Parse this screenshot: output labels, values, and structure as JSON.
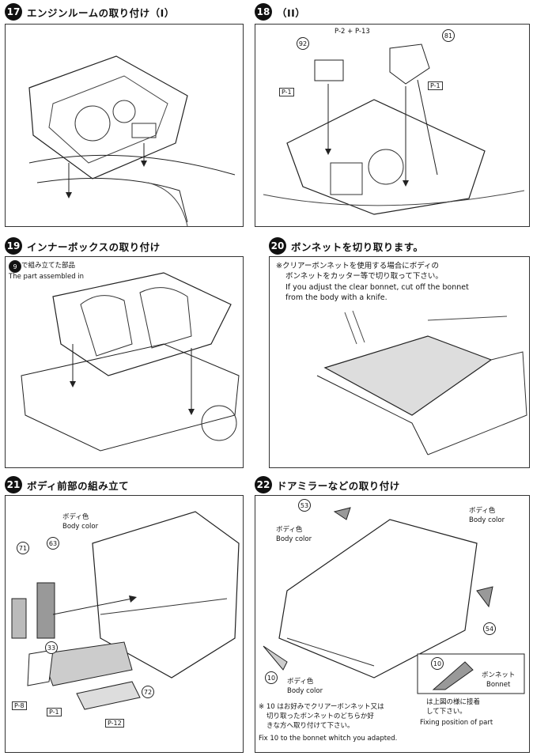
{
  "steps": [
    {
      "number": "17",
      "title": "エンジンルームの取り付け（I）"
    },
    {
      "number": "18",
      "title": "（II）"
    },
    {
      "number": "19",
      "title": "インナーボックスの取り付け"
    },
    {
      "number": "20",
      "title": "ボンネットを切り取ります。"
    },
    {
      "number": "21",
      "title": "ボディ前部の組み立て"
    },
    {
      "number": "22",
      "title": "ドアミラーなどの取り付け"
    }
  ],
  "step18": {
    "part_92": "92",
    "part_81": "81",
    "label_p2p13": "P-2 + P-13",
    "label_p1a": "P-1",
    "label_p1b": "P-1"
  },
  "step19": {
    "note_jp": "で組み立てた部品",
    "note_en": "The part assembled in",
    "ref": "9"
  },
  "step20": {
    "note_jp1": "※クリアーボンネットを使用する場合にボディの",
    "note_jp2": "ボンネットをカッター等で切り取って下さい。",
    "note_en1": "If you adjust the clear bonnet, cut off the bonnet",
    "note_en2": "from the body with a knife."
  },
  "step21": {
    "body_color_jp": "ボディ色",
    "body_color_en": "Body color",
    "p71": "71",
    "p63": "63",
    "p33": "33",
    "p72": "72",
    "label_p8": "P-8",
    "label_p1": "P-1",
    "label_p12": "P-12"
  },
  "step22": {
    "p53": "53",
    "body_color_jp1": "ボディ色",
    "body_color_en1": "Body color",
    "body_color_jp2": "ボディ色",
    "body_color_en2": "Body color",
    "p54": "54",
    "p10": "10",
    "body_color_jp3": "ボディ色",
    "body_color_en3": "Body color",
    "inset_part": "10",
    "inset_bonnet_jp": "ボンネット",
    "inset_bonnet_en": "Bonnet",
    "inset_note_jp1": "は上図の様に接着",
    "inset_note_jp2": "して下さい。",
    "inset_note_en": "Fixing position of part",
    "foot_jp1": "※ 10 はお好みでクリアーボンネット又は",
    "foot_jp2": "切り取ったボンネットのどちらか好",
    "foot_jp3": "きな方へ取り付けて下さい。",
    "foot_en": "Fix 10 to the bonnet whitch you adapted."
  }
}
